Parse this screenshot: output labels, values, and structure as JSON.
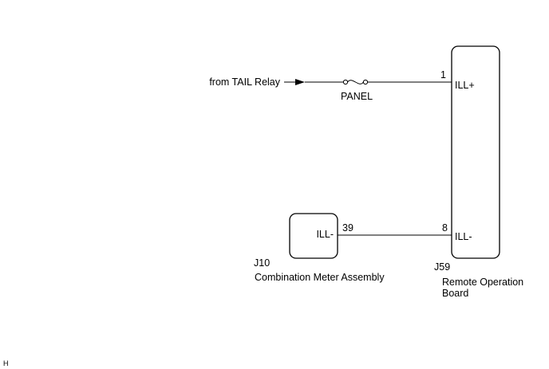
{
  "source": {
    "label": "from TAIL Relay"
  },
  "fuse": {
    "label": "PANEL"
  },
  "remote_board": {
    "connector": "J59",
    "name_line1": "Remote Operation",
    "name_line2": "Board",
    "pins": [
      {
        "number": "1",
        "label": "ILL+"
      },
      {
        "number": "8",
        "label": "ILL-"
      }
    ]
  },
  "combination_meter": {
    "connector": "J10",
    "name": "Combination Meter Assembly",
    "pin": {
      "number": "39",
      "label": "ILL-"
    }
  },
  "corner_mark": "H"
}
